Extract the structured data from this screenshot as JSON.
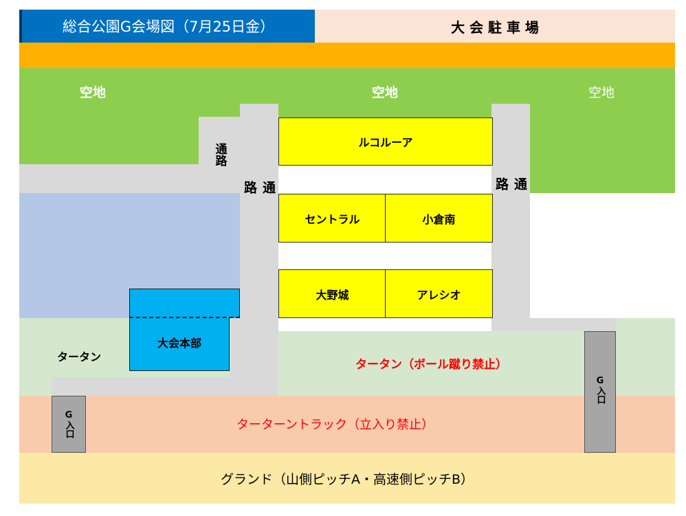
{
  "header": {
    "title": "総合公園G会場図（7月25日金）",
    "parking": "大 会 駐 車 場"
  },
  "areas": {
    "open_left": "空地",
    "open_center": "空地",
    "open_right": "空地",
    "turf_left": "タータン",
    "turf_center": "タータン（ボール蹴り禁止）",
    "track": "ターターントラック（立入り禁止）",
    "ground": "グランド（山側ピッチA・高速側ピッチB）"
  },
  "paths": {
    "top_small": "通路",
    "left_main": "通路",
    "right_main": "通路"
  },
  "buildings": {
    "headquarters": "大会本部"
  },
  "booths": [
    {
      "label": "ルコルーア"
    },
    {
      "label": "セントラル"
    },
    {
      "label": "小倉南"
    },
    {
      "label": "大野城"
    },
    {
      "label": "アレシオ"
    }
  ],
  "gates": {
    "left": "G入口",
    "right": "G入口"
  },
  "colors": {
    "header_blue": "#0070c0",
    "header_peach": "#fbe4d5",
    "orange_band": "#ffb000",
    "green_open": "#8ece4f",
    "blue_zone": "#b4c7e7",
    "light_green": "#d5e8cd",
    "track_peach": "#f8cbad",
    "ground_cream": "#fde9a6",
    "booth_yellow": "#ffff00",
    "hq_blue": "#00b0f0",
    "path_gray": "#d9d9d9",
    "warning_red": "#ff0000"
  }
}
